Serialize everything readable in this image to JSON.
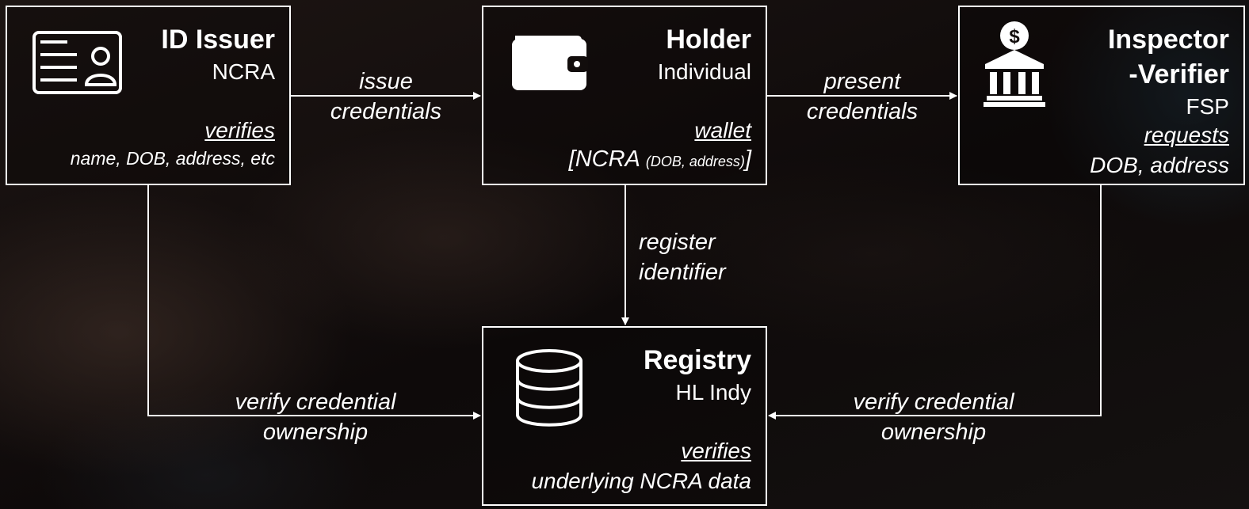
{
  "issuer": {
    "title": "ID Issuer",
    "org": "NCRA",
    "action": "verifies",
    "detail": "name, DOB, address, etc",
    "icon": "id-card-icon"
  },
  "holder": {
    "title": "Holder",
    "org": "Individual",
    "action": "wallet",
    "detail_main": "[NCRA",
    "detail_small": "(DOB, address)",
    "detail_close": "]",
    "icon": "wallet-icon"
  },
  "verifier": {
    "title_line1": "Inspector",
    "title_line2": "-Verifier",
    "org": "FSP",
    "action": "requests",
    "detail": "DOB, address",
    "icon": "bank-icon"
  },
  "registry": {
    "title": "Registry",
    "org": "HL Indy",
    "action": "verifies",
    "detail": "underlying NCRA data",
    "icon": "database-icon"
  },
  "edges": {
    "issue_line1": "issue",
    "issue_line2": "credentials",
    "present_line1": "present",
    "present_line2": "credentials",
    "register_line1": "register",
    "register_line2": "identifier",
    "verify_left_line1": "verify credential",
    "verify_left_line2": "ownership",
    "verify_right_line1": "verify credential",
    "verify_right_line2": "ownership"
  },
  "colors": {
    "background": "#120d0c",
    "foreground": "#ffffff"
  }
}
